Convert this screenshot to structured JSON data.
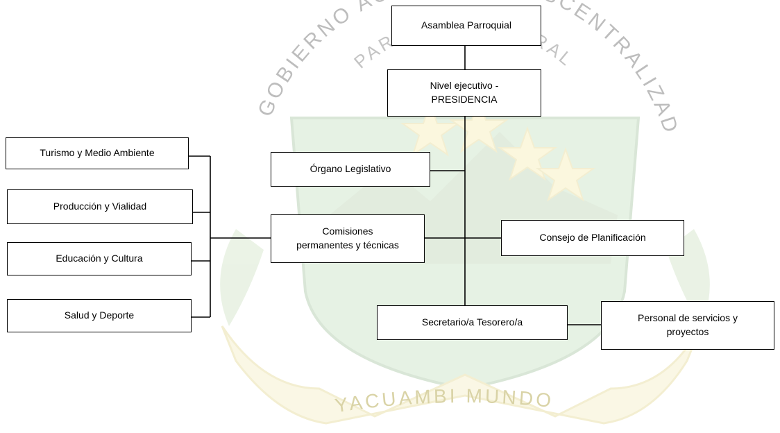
{
  "watermark": {
    "top_arc_text": "GOBIERNO AUTÓNOMO DESCENTRALIZADO",
    "sub_arc_text": "PARROQUIAL RURAL",
    "ribbon_text": "YACUAMBI MUNDO"
  },
  "nodes": {
    "asamblea": "Asamblea Parroquial",
    "presidencia": "Nivel ejecutivo -\nPRESIDENCIA",
    "legislativo": "Órgano Legislativo",
    "comisiones": "Comisiones\npermanentes y técnicas",
    "consejo": "Consejo de Planificación",
    "secretario": "Secretario/a Tesorero/a",
    "personal": "Personal de servicios y\nproyectos",
    "turismo": "Turismo y Medio Ambiente",
    "produccion": "Producción y Vialidad",
    "educacion": "Educación y Cultura",
    "salud": "Salud y Deporte"
  },
  "colors": {
    "line": "#000000",
    "box_border": "#000000",
    "watermark_green": "#8fbf8a",
    "watermark_yellow": "#efe39a",
    "watermark_text": "#b9b9b9"
  }
}
